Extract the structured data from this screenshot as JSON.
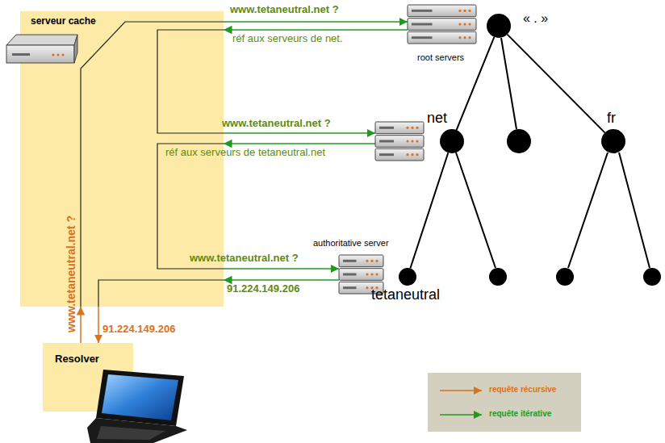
{
  "diagram": {
    "nodes": [
      {
        "text": [
          "serveur cache"
        ]
      },
      {
        "text": [
          "root servers"
        ]
      },
      {
        "text": [
          "« . »"
        ]
      },
      {
        "text": [
          "net"
        ]
      },
      {
        "text": [
          "fr"
        ]
      },
      {
        "text": [
          "authoritative server"
        ]
      },
      {
        "text": [
          "tetaneutral"
        ]
      },
      {
        "text": [
          "Resolver"
        ]
      }
    ],
    "edges": [
      {
        "from": 0,
        "to": 1,
        "label": "www.tetaneutral.net ?",
        "arrow": "to"
      },
      {
        "from": 1,
        "to": 0,
        "label": "réf aux serveurs de net.",
        "arrow": "to"
      },
      {
        "from": 0,
        "to": 5,
        "label": "www.tetaneutral.net ?",
        "arrow": "to"
      },
      {
        "from": 5,
        "to": 0,
        "label": "91.224.149.206",
        "arrow": "to"
      },
      {
        "from": 7,
        "to": 0,
        "label": "www.tetaneutral.net ?",
        "arrow": "to"
      },
      {
        "from": 0,
        "to": 7,
        "label": "91.224.149.206",
        "arrow": "to"
      },
      {
        "from": 2,
        "to": 3,
        "arrow": "none"
      },
      {
        "from": 2,
        "to": 4,
        "arrow": "none"
      },
      {
        "from": 3,
        "to": 6,
        "arrow": "none"
      }
    ],
    "labels": [
      "www.tetaneutral.net ?",
      "réf aux serveurs de tetaneutral.net"
    ],
    "legend": [
      {
        "text": "requête récursive"
      },
      {
        "text": "requête itérative"
      }
    ]
  }
}
